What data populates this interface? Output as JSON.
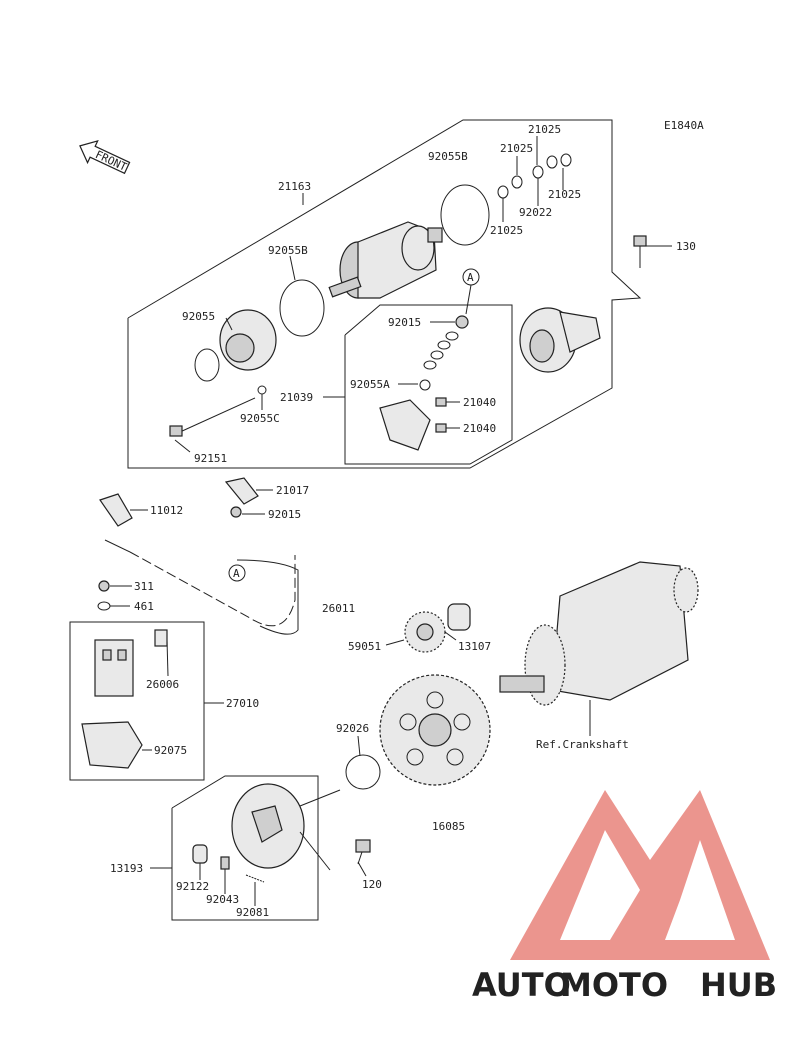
{
  "diagram": {
    "code": "E1840A",
    "front_label": "FRONT",
    "ref_label": "Ref.Crankshaft",
    "part_labels": {
      "p21163": "21163",
      "p92055B_top": "92055B",
      "p21025_a": "21025",
      "p21025_b": "21025",
      "p21025_c": "21025",
      "p21025_d": "21025",
      "p92022": "92022",
      "p130": "130",
      "p92055B": "92055B",
      "p92055": "92055",
      "p92015_a": "92015",
      "p21039": "21039",
      "p92055A": "92055A",
      "p21040_a": "21040",
      "p21040_b": "21040",
      "p92055C": "92055C",
      "p92151": "92151",
      "p21017": "21017",
      "p11012": "11012",
      "p92015_b": "92015",
      "p311": "311",
      "p461": "461",
      "p26011": "26011",
      "p59051": "59051",
      "p13107": "13107",
      "p26006": "26006",
      "p27010": "27010",
      "p92075": "92075",
      "p92026": "92026",
      "p16085": "16085",
      "p13193": "13193",
      "p120": "120",
      "p92122": "92122",
      "p92043": "92043",
      "p92081": "92081"
    },
    "callout_letter": "A"
  },
  "watermark": {
    "part1": "AUTO",
    "part2": "MOTO",
    "part3": "HUB",
    "color_orange": "#f4b183",
    "color_red": "#e8837a",
    "color_gray": "#9a9a9a"
  }
}
